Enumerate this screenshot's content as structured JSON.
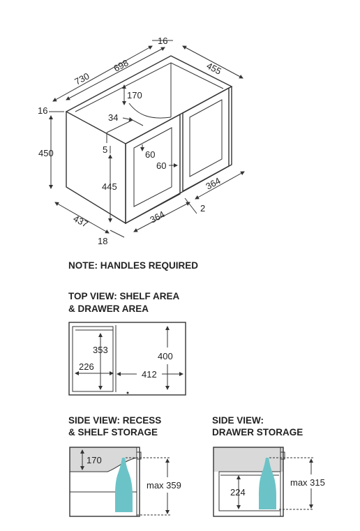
{
  "colors": {
    "line": "#333333",
    "panel_gray": "#d9d9d9",
    "bottle": "#6cc3c7"
  },
  "cabinet_dims": {
    "d16_top": "16",
    "d698": "698",
    "d730": "730",
    "d455": "455",
    "d170": "170",
    "d16_left": "16",
    "d34": "34",
    "d450": "450",
    "d5": "5",
    "d60a": "60",
    "d60b": "60",
    "d445": "445",
    "d364_right": "364",
    "d2": "2",
    "d437": "437",
    "d364_bottom": "364",
    "d18": "18"
  },
  "note": "NOTE: HANDLES REQUIRED",
  "top_view": {
    "title_line1": "TOP VIEW: SHELF AREA",
    "title_line2": "& DRAWER AREA",
    "d353": "353",
    "d226": "226",
    "d412": "412",
    "d400": "400"
  },
  "side_recess": {
    "title_line1": "SIDE VIEW: RECESS",
    "title_line2": "& SHELF STORAGE",
    "d170": "170",
    "dmax": "max 359"
  },
  "side_drawer": {
    "title_line1": "SIDE VIEW:",
    "title_line2": "DRAWER STORAGE",
    "d224": "224",
    "dmax": "max 315"
  }
}
